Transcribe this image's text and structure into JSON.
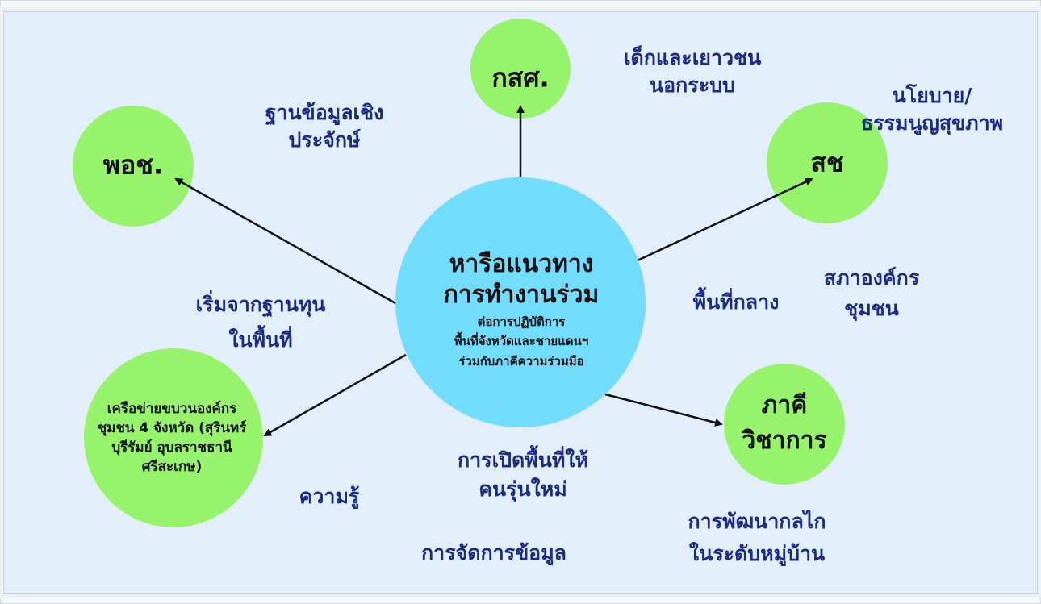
{
  "colors": {
    "background": "#e2eefa",
    "node_green": "#98f36c",
    "node_blue": "#72dcfc",
    "label_text": "#1b2c86",
    "arrow": "#111111"
  },
  "center": {
    "title_line1": "หารือแนวทาง",
    "title_line2": "การทำงานร่วม",
    "sub_line1": "ต่อการปฏิบัติการ",
    "sub_line2": "พื้นที่จังหวัดและชายแดนฯ",
    "sub_line3": "ร่วมกับภาคีความร่วมมือ"
  },
  "nodes": {
    "kss": "กสศ.",
    "pos": "พอช.",
    "sch": "สช",
    "academic_line1": "ภาคี",
    "academic_line2": "วิชาการ",
    "network_line1": "เครือข่ายขบวนองค์กร",
    "network_line2": "ชุมชน 4 จังหวัด (สุรินทร์",
    "network_line3": "บุรีรัมย์ อุบลราชธานี",
    "network_line4": "ศรีสะเกษ)"
  },
  "labels": {
    "youth_line1": "เด็กและเยาวชน",
    "youth_line2": "นอกระบบ",
    "policy_line1": "นโยบาย/",
    "policy_line2": "ธรรมนูญสุขภาพ",
    "evidence_line1": "ฐานข้อมูลเชิง",
    "evidence_line2": "ประจักษ์",
    "capital_line1": "เริ่มจากฐานทุน",
    "capital_line2": "ในพื้นที่",
    "middle_space": "พื้นที่กลาง",
    "council_line1": "สภาองค์กร",
    "council_line2": "ชุมชน",
    "newgen_line1": "การเปิดพื้นที่ให้",
    "newgen_line2": "คนรุ่นใหม่",
    "knowledge": "ความรู้",
    "data_mgmt": "การจัดการข้อมูล",
    "mechanism_line1": "การพัฒนากลไก",
    "mechanism_line2": "ในระดับหมู่บ้าน"
  }
}
